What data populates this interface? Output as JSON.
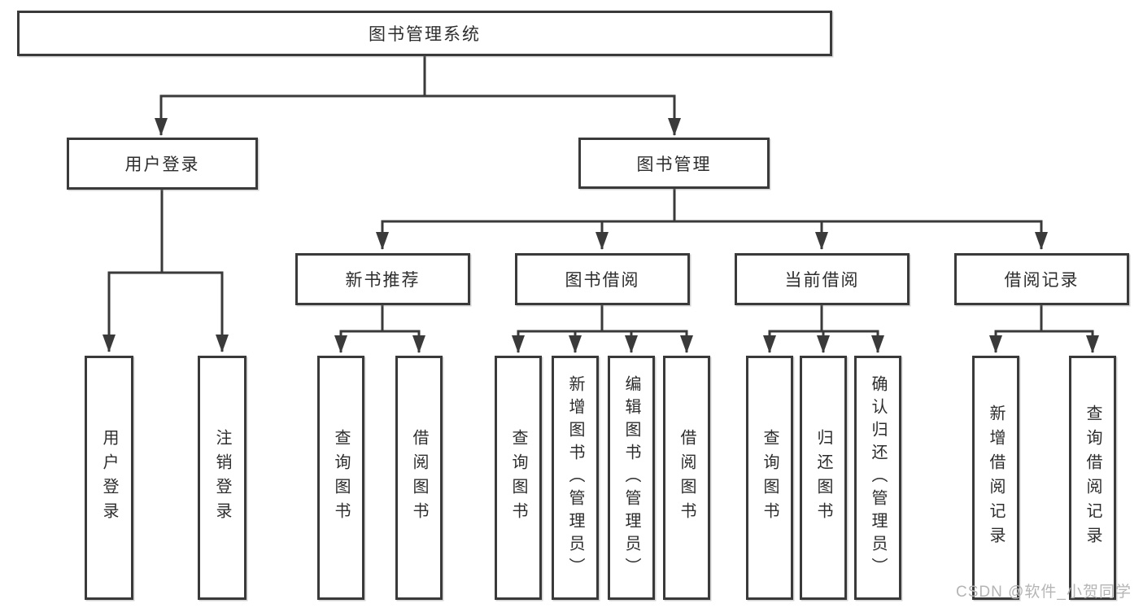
{
  "diagram": {
    "title": "图书管理系统",
    "branches": [
      {
        "label": "用户登录",
        "children": [
          "用户登录",
          "注销登录"
        ]
      },
      {
        "label": "图书管理",
        "groups": [
          {
            "label": "新书推荐",
            "children": [
              "查询图书",
              "借阅图书"
            ]
          },
          {
            "label": "图书借阅",
            "children": [
              "查询图书",
              "新增图书（管理员）",
              "编辑图书（管理员）",
              "借阅图书"
            ]
          },
          {
            "label": "当前借阅",
            "children": [
              "查询图书",
              "归还图书",
              "确认归还（管理员）"
            ]
          },
          {
            "label": "借阅记录",
            "children": [
              "新增借阅记录",
              "查询借阅记录"
            ]
          }
        ]
      }
    ]
  },
  "watermark": "CSDN @软件_小贺同学",
  "colors": {
    "line": "#3a3a3a",
    "text": "#2d2d2d",
    "watermark": "#b5b5b5",
    "background": "#ffffff"
  }
}
